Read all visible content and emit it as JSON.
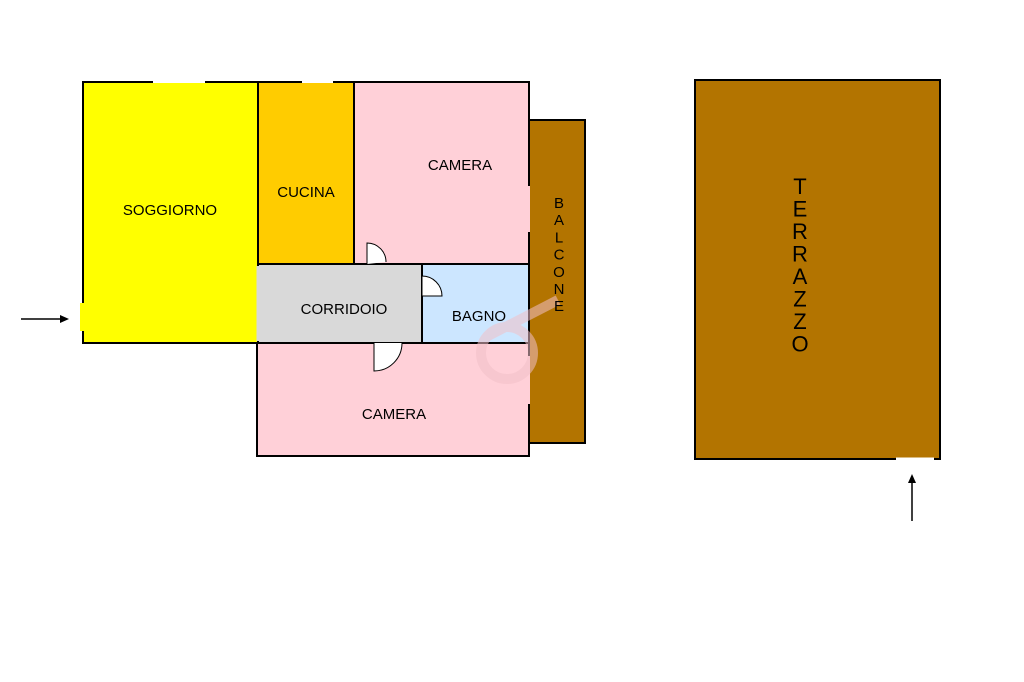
{
  "rooms": {
    "soggiorno": {
      "label": "SOGGIORNO",
      "color": "#ffff00"
    },
    "cucina": {
      "label": "CUCINA",
      "color": "#ffcc00"
    },
    "camera_top": {
      "label": "CAMERA",
      "color": "#ffd0d8"
    },
    "corridoio": {
      "label": "CORRIDOIO",
      "color": "#d9d9d9"
    },
    "bagno": {
      "label": "BAGNO",
      "color": "#cce6ff"
    },
    "camera_bottom": {
      "label": "CAMERA",
      "color": "#ffd0d8"
    },
    "balcone": {
      "label": "BALCONE",
      "color": "#b37400"
    },
    "terrazzo": {
      "label": "TERRAZZO",
      "color": "#b37400"
    }
  },
  "colors": {
    "wall": "#000000",
    "watermark": "#f2c0c8"
  }
}
